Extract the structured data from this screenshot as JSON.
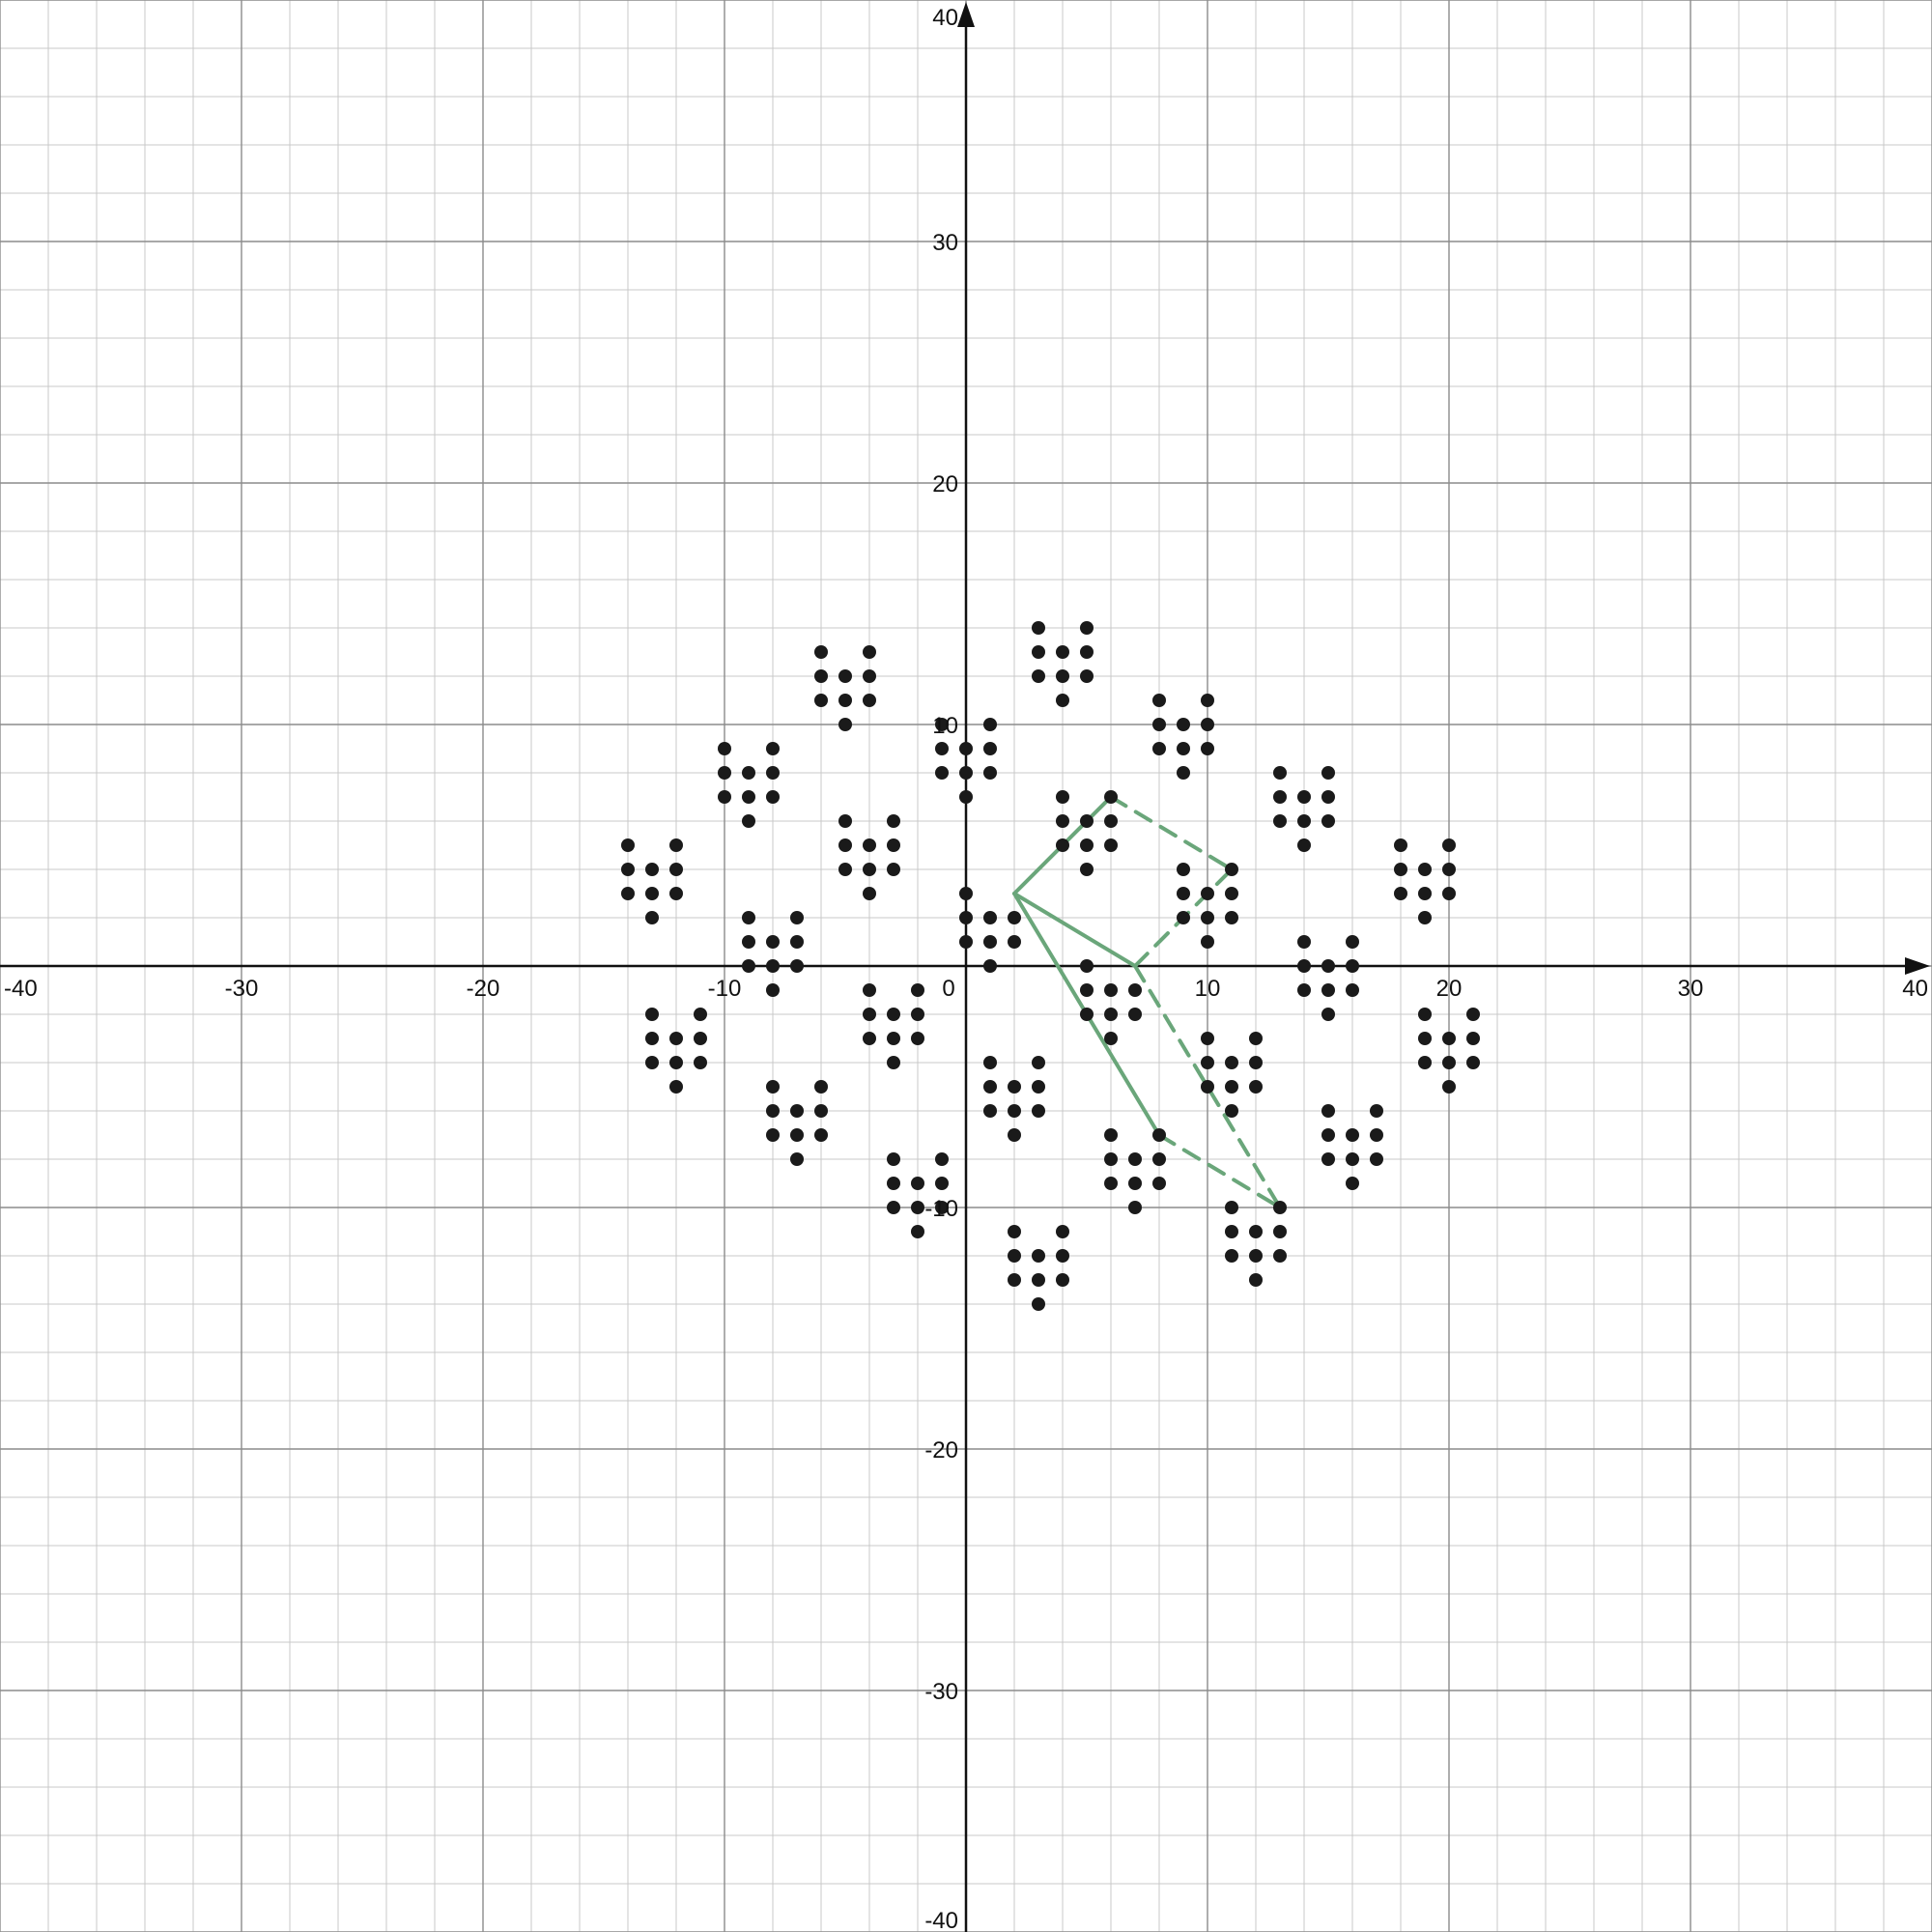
{
  "chart_data": {
    "type": "scatter",
    "xlim": [
      -40,
      40
    ],
    "ylim": [
      -40,
      40
    ],
    "grid": true,
    "minor_grid_step": 2,
    "major_grid_step": 10,
    "x_ticks": [
      -40,
      -30,
      -20,
      -10,
      0,
      10,
      20,
      30,
      40
    ],
    "y_ticks": [
      -40,
      -30,
      -20,
      -10,
      10,
      20,
      30,
      40
    ],
    "x_tick_labels": [
      "-40",
      "-30",
      "-20",
      "-10",
      "0",
      "10",
      "20",
      "30",
      "40"
    ],
    "y_tick_labels": [
      "-40",
      "-30",
      "-20",
      "-10",
      "10",
      "20",
      "30",
      "40"
    ],
    "point_color": "#1a1a1a",
    "line_color": "#6aa67a",
    "points": [
      [
        3,
        14
      ],
      [
        5,
        14
      ],
      [
        3,
        13
      ],
      [
        4,
        13
      ],
      [
        5,
        13
      ],
      [
        3,
        12
      ],
      [
        4,
        12
      ],
      [
        5,
        12
      ],
      [
        4,
        11
      ],
      [
        8,
        11
      ],
      [
        10,
        11
      ],
      [
        8,
        10
      ],
      [
        9,
        10
      ],
      [
        10,
        10
      ],
      [
        8,
        9
      ],
      [
        9,
        9
      ],
      [
        10,
        9
      ],
      [
        9,
        8
      ],
      [
        13,
        8
      ],
      [
        15,
        8
      ],
      [
        13,
        7
      ],
      [
        14,
        7
      ],
      [
        15,
        7
      ],
      [
        13,
        6
      ],
      [
        14,
        6
      ],
      [
        15,
        6
      ],
      [
        14,
        5
      ],
      [
        18,
        5
      ],
      [
        20,
        5
      ],
      [
        18,
        4
      ],
      [
        19,
        4
      ],
      [
        20,
        4
      ],
      [
        18,
        3
      ],
      [
        19,
        3
      ],
      [
        20,
        3
      ],
      [
        19,
        2
      ],
      [
        -6,
        13
      ],
      [
        -4,
        13
      ],
      [
        -6,
        12
      ],
      [
        -5,
        12
      ],
      [
        -4,
        12
      ],
      [
        -6,
        11
      ],
      [
        -5,
        11
      ],
      [
        -4,
        11
      ],
      [
        -5,
        10
      ],
      [
        -10,
        9
      ],
      [
        -8,
        9
      ],
      [
        -10,
        8
      ],
      [
        -9,
        8
      ],
      [
        -8,
        8
      ],
      [
        -10,
        7
      ],
      [
        -9,
        7
      ],
      [
        -8,
        7
      ],
      [
        -9,
        6
      ],
      [
        -14,
        5
      ],
      [
        -12,
        5
      ],
      [
        -14,
        4
      ],
      [
        -13,
        4
      ],
      [
        -12,
        4
      ],
      [
        -14,
        3
      ],
      [
        -13,
        3
      ],
      [
        -12,
        3
      ],
      [
        -13,
        2
      ],
      [
        -1,
        10
      ],
      [
        1,
        10
      ],
      [
        -1,
        9
      ],
      [
        0,
        9
      ],
      [
        1,
        9
      ],
      [
        -1,
        8
      ],
      [
        0,
        8
      ],
      [
        1,
        8
      ],
      [
        0,
        7
      ],
      [
        4,
        7
      ],
      [
        6,
        7
      ],
      [
        4,
        6
      ],
      [
        5,
        6
      ],
      [
        6,
        6
      ],
      [
        4,
        5
      ],
      [
        5,
        5
      ],
      [
        6,
        5
      ],
      [
        5,
        4
      ],
      [
        9,
        4
      ],
      [
        11,
        4
      ],
      [
        9,
        3
      ],
      [
        10,
        3
      ],
      [
        11,
        3
      ],
      [
        9,
        2
      ],
      [
        10,
        2
      ],
      [
        11,
        2
      ],
      [
        10,
        1
      ],
      [
        -5,
        6
      ],
      [
        -3,
        6
      ],
      [
        -5,
        5
      ],
      [
        -4,
        5
      ],
      [
        -3,
        5
      ],
      [
        -5,
        4
      ],
      [
        -4,
        4
      ],
      [
        -3,
        4
      ],
      [
        -4,
        3
      ],
      [
        0,
        3
      ],
      [
        0,
        2
      ],
      [
        1,
        2
      ],
      [
        2,
        2
      ],
      [
        0,
        1
      ],
      [
        1,
        1
      ],
      [
        2,
        1
      ],
      [
        1,
        0
      ],
      [
        -9,
        2
      ],
      [
        -7,
        2
      ],
      [
        -9,
        1
      ],
      [
        -8,
        1
      ],
      [
        -7,
        1
      ],
      [
        -9,
        0
      ],
      [
        -8,
        0
      ],
      [
        -7,
        0
      ],
      [
        -8,
        -1
      ],
      [
        14,
        1
      ],
      [
        16,
        1
      ],
      [
        14,
        0
      ],
      [
        15,
        0
      ],
      [
        16,
        0
      ],
      [
        14,
        -1
      ],
      [
        15,
        -1
      ],
      [
        16,
        -1
      ],
      [
        15,
        -2
      ],
      [
        5,
        0
      ],
      [
        5,
        -1
      ],
      [
        6,
        -1
      ],
      [
        7,
        -1
      ],
      [
        5,
        -2
      ],
      [
        6,
        -2
      ],
      [
        7,
        -2
      ],
      [
        6,
        -3
      ],
      [
        -4,
        -1
      ],
      [
        -2,
        -1
      ],
      [
        -4,
        -2
      ],
      [
        -3,
        -2
      ],
      [
        -2,
        -2
      ],
      [
        -4,
        -3
      ],
      [
        -3,
        -3
      ],
      [
        -2,
        -3
      ],
      [
        -3,
        -4
      ],
      [
        -13,
        -2
      ],
      [
        -11,
        -2
      ],
      [
        -13,
        -3
      ],
      [
        -12,
        -3
      ],
      [
        -11,
        -3
      ],
      [
        -13,
        -4
      ],
      [
        -12,
        -4
      ],
      [
        -11,
        -4
      ],
      [
        -12,
        -5
      ],
      [
        19,
        -2
      ],
      [
        21,
        -2
      ],
      [
        19,
        -3
      ],
      [
        20,
        -3
      ],
      [
        21,
        -3
      ],
      [
        19,
        -4
      ],
      [
        20,
        -4
      ],
      [
        21,
        -4
      ],
      [
        20,
        -5
      ],
      [
        10,
        -3
      ],
      [
        12,
        -3
      ],
      [
        10,
        -4
      ],
      [
        11,
        -4
      ],
      [
        12,
        -4
      ],
      [
        10,
        -5
      ],
      [
        11,
        -5
      ],
      [
        12,
        -5
      ],
      [
        11,
        -6
      ],
      [
        1,
        -4
      ],
      [
        3,
        -4
      ],
      [
        1,
        -5
      ],
      [
        2,
        -5
      ],
      [
        3,
        -5
      ],
      [
        1,
        -6
      ],
      [
        2,
        -6
      ],
      [
        3,
        -6
      ],
      [
        2,
        -7
      ],
      [
        -8,
        -5
      ],
      [
        -6,
        -5
      ],
      [
        -8,
        -6
      ],
      [
        -7,
        -6
      ],
      [
        -6,
        -6
      ],
      [
        -8,
        -7
      ],
      [
        -7,
        -7
      ],
      [
        -6,
        -7
      ],
      [
        -7,
        -8
      ],
      [
        15,
        -6
      ],
      [
        17,
        -6
      ],
      [
        15,
        -7
      ],
      [
        16,
        -7
      ],
      [
        17,
        -7
      ],
      [
        15,
        -8
      ],
      [
        16,
        -8
      ],
      [
        17,
        -8
      ],
      [
        16,
        -9
      ],
      [
        6,
        -7
      ],
      [
        8,
        -7
      ],
      [
        6,
        -8
      ],
      [
        7,
        -8
      ],
      [
        8,
        -8
      ],
      [
        6,
        -9
      ],
      [
        7,
        -9
      ],
      [
        8,
        -9
      ],
      [
        7,
        -10
      ],
      [
        -3,
        -8
      ],
      [
        -1,
        -8
      ],
      [
        -3,
        -9
      ],
      [
        -2,
        -9
      ],
      [
        -1,
        -9
      ],
      [
        -3,
        -10
      ],
      [
        -2,
        -10
      ],
      [
        -1,
        -10
      ],
      [
        -2,
        -11
      ],
      [
        11,
        -10
      ],
      [
        13,
        -10
      ],
      [
        11,
        -11
      ],
      [
        12,
        -11
      ],
      [
        13,
        -11
      ],
      [
        11,
        -12
      ],
      [
        12,
        -12
      ],
      [
        13,
        -12
      ],
      [
        12,
        -13
      ],
      [
        2,
        -11
      ],
      [
        4,
        -11
      ],
      [
        2,
        -12
      ],
      [
        3,
        -12
      ],
      [
        4,
        -12
      ],
      [
        2,
        -13
      ],
      [
        3,
        -13
      ],
      [
        4,
        -13
      ],
      [
        3,
        -14
      ]
    ],
    "segments": [
      {
        "style": "solid",
        "from": [
          2,
          3
        ],
        "to": [
          6,
          7
        ]
      },
      {
        "style": "solid",
        "from": [
          2,
          3
        ],
        "to": [
          7,
          0
        ]
      },
      {
        "style": "solid",
        "from": [
          2,
          3
        ],
        "to": [
          8,
          -7
        ]
      },
      {
        "style": "dashed",
        "from": [
          6,
          7
        ],
        "to": [
          11,
          4
        ]
      },
      {
        "style": "dashed",
        "from": [
          7,
          0
        ],
        "to": [
          11,
          4
        ]
      },
      {
        "style": "dashed",
        "from": [
          7,
          0
        ],
        "to": [
          13,
          -10
        ]
      },
      {
        "style": "dashed",
        "from": [
          8,
          -7
        ],
        "to": [
          13,
          -10
        ]
      }
    ]
  }
}
